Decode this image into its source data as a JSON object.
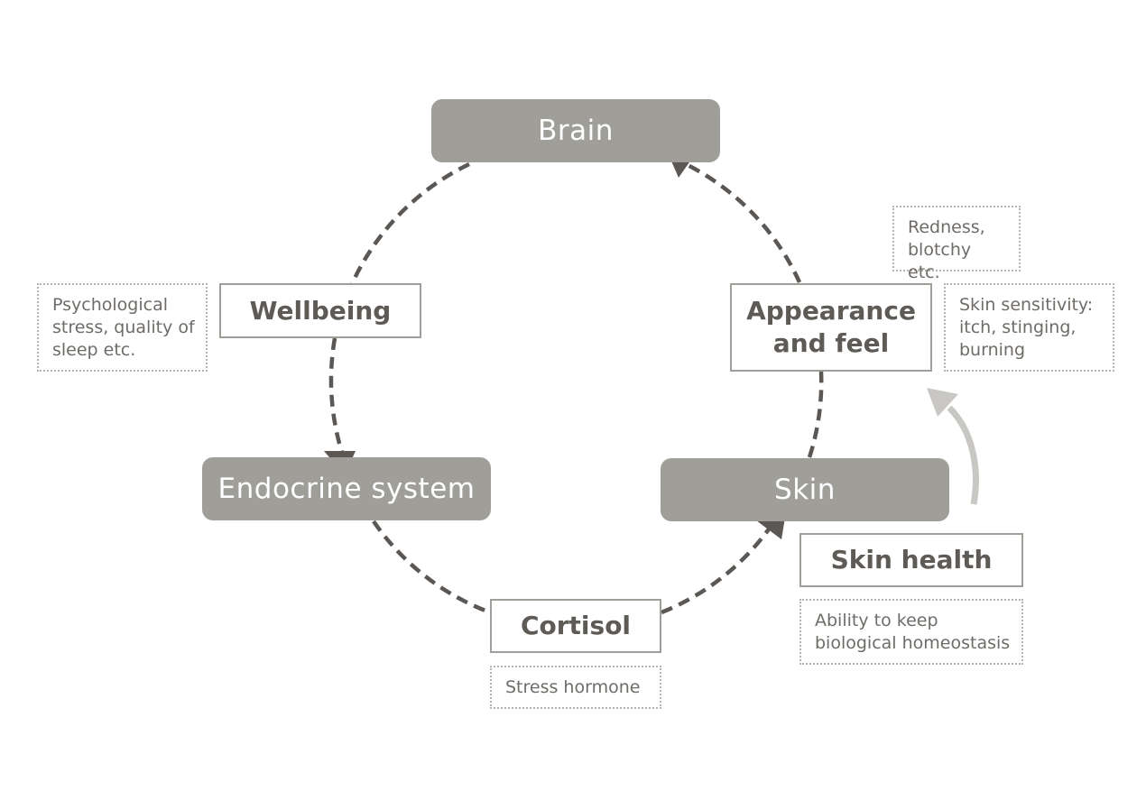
{
  "nodes": {
    "brain": "Brain",
    "wellbeing": "Wellbeing",
    "appearance": "Appearance\nand feel",
    "endocrine": "Endocrine system",
    "skin": "Skin",
    "cortisol": "Cortisol",
    "skin_health": "Skin health"
  },
  "notes": {
    "wellbeing": "Psychological\nstress, quality of\nsleep etc.",
    "redness": "Redness,\nblotchy etc.",
    "sensitivity": "Skin sensitivity:\nitch, stinging,\nburning",
    "cortisol": "Stress hormone",
    "skin_health": "Ability to keep\nbiological homeostasis"
  },
  "colors": {
    "box_fill": "#a09e98",
    "box_border": "#a09e98",
    "dash_line": "#5a5754",
    "light_arrow": "#c8c7c3",
    "box_text": "#5e5b57",
    "note_text": "#6f6c68"
  }
}
